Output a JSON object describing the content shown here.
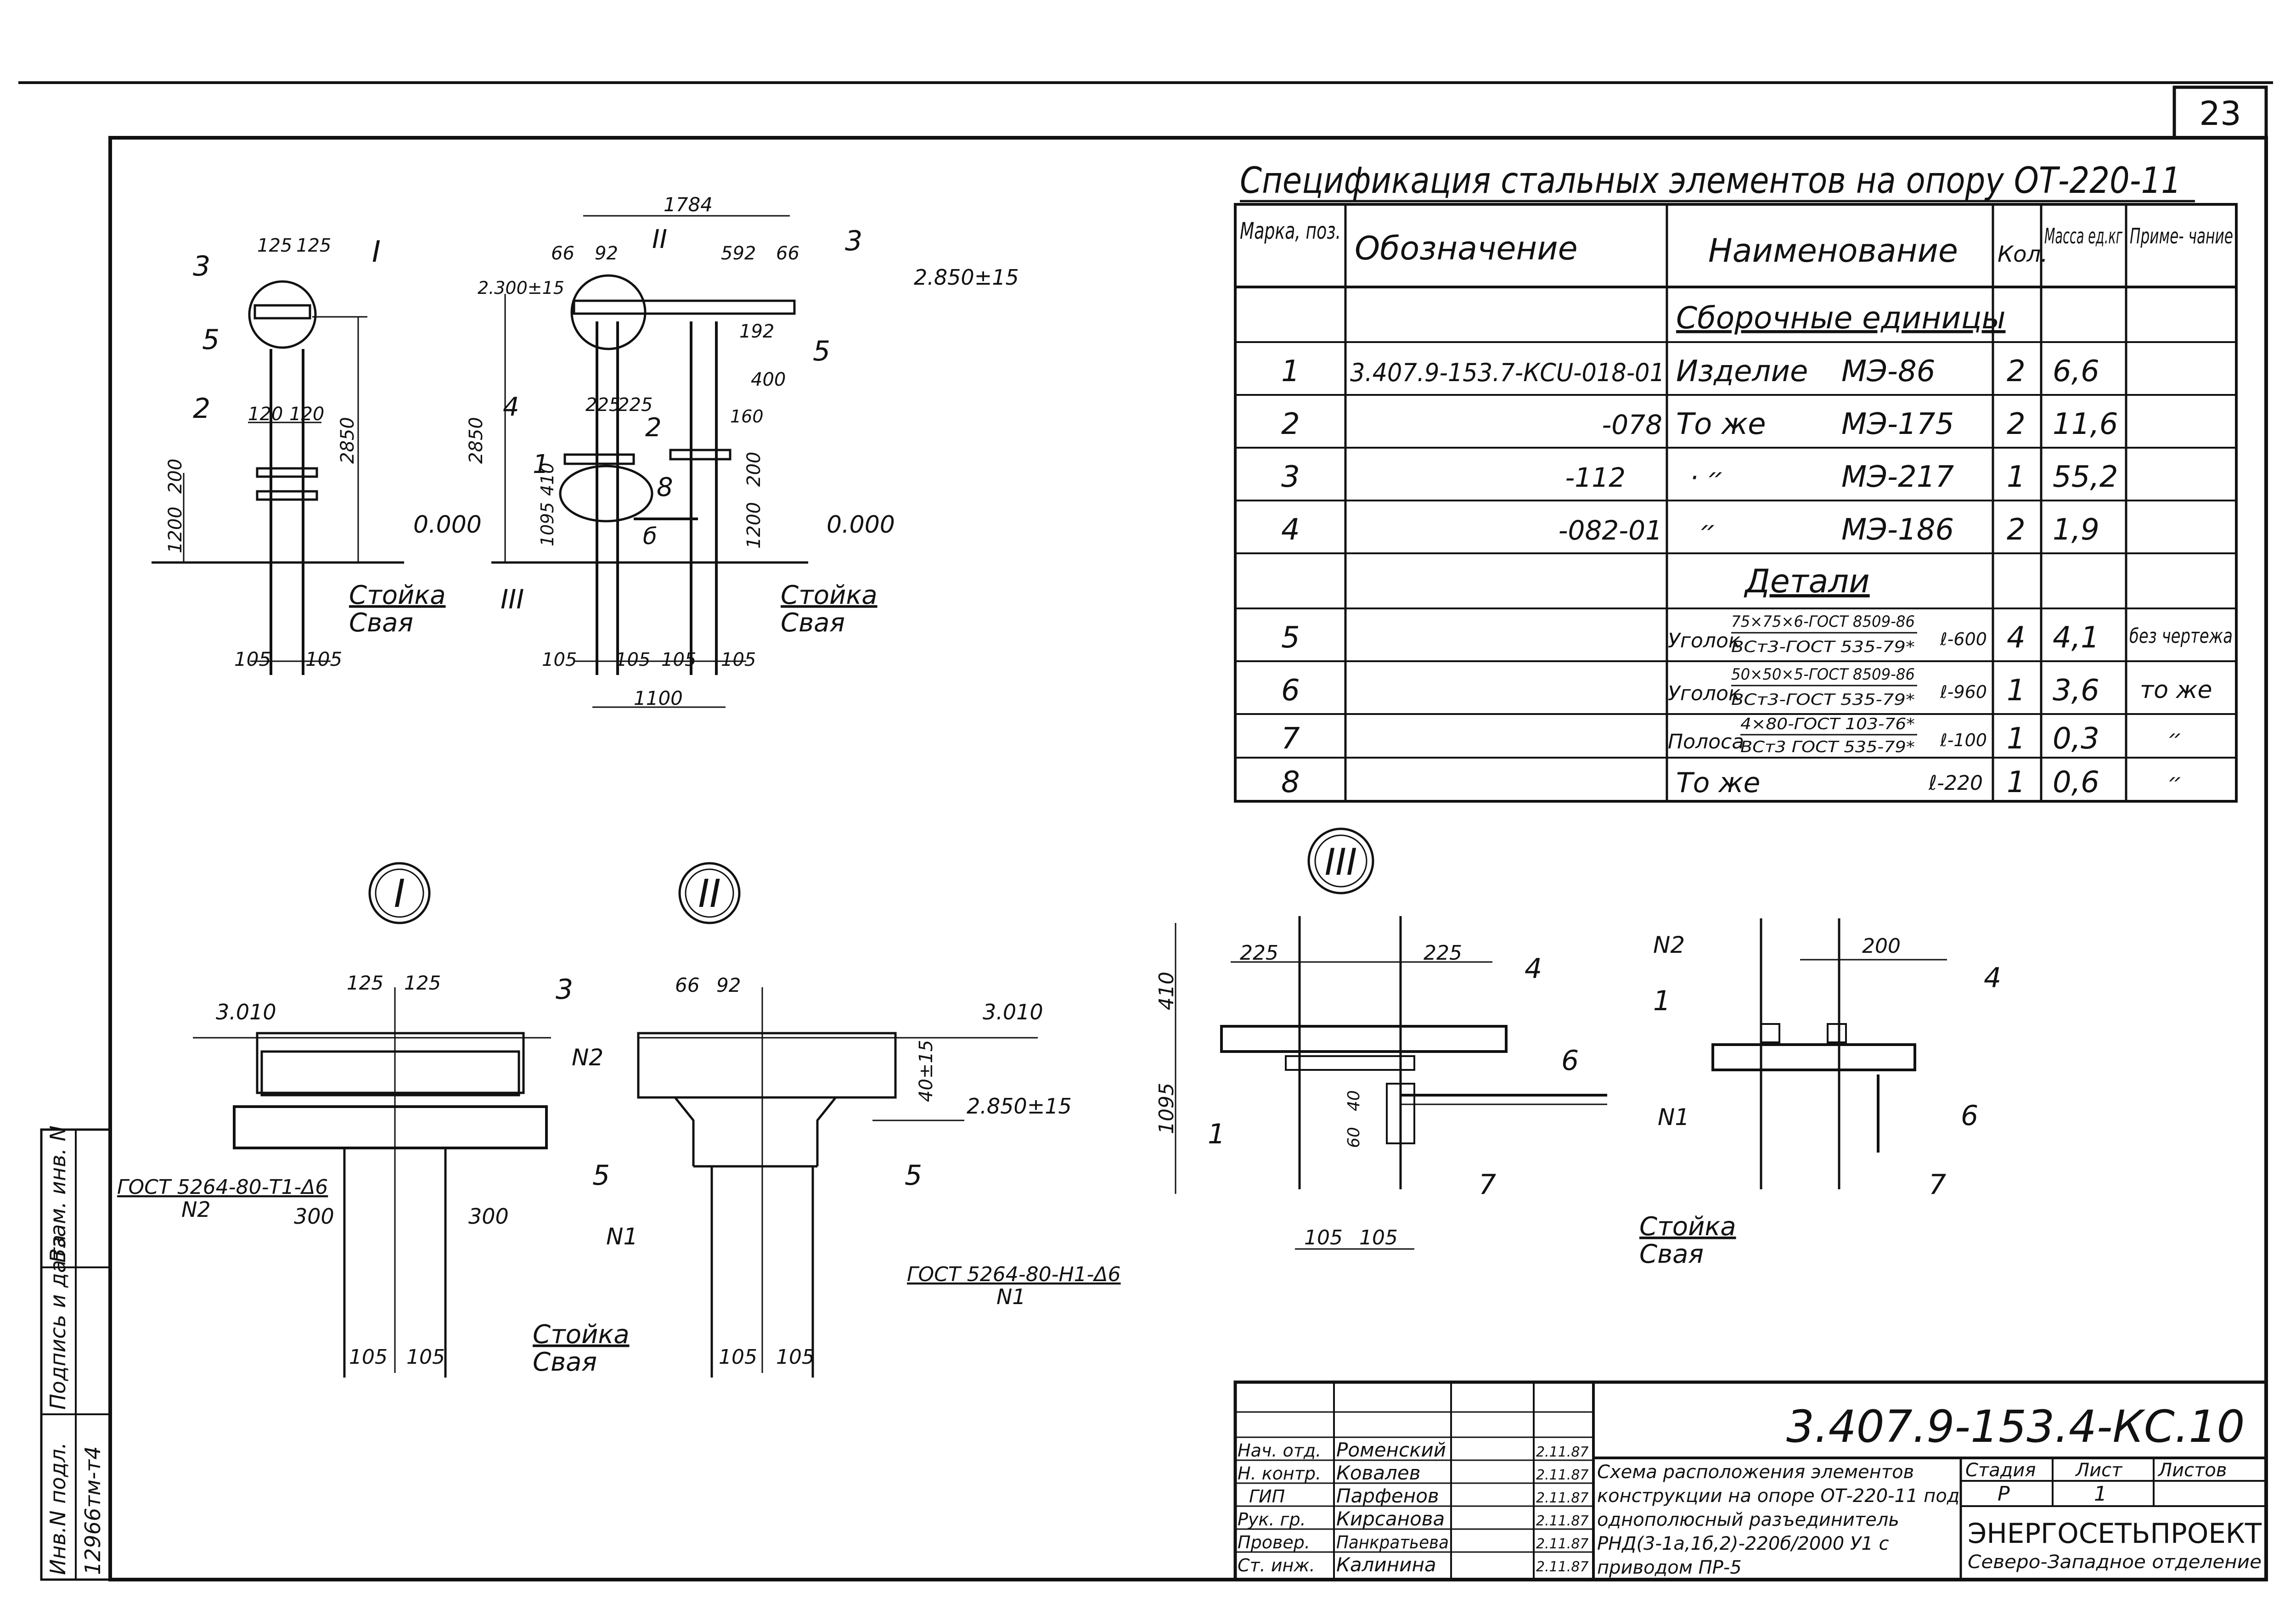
{
  "sheet_number": "23",
  "spec": {
    "title": "Спецификация стальных элементов на опору ОТ-220-11",
    "headers": {
      "mark": "Марка, поз.",
      "designation": "Обозначение",
      "name": "Наименование",
      "qty": "Кол.",
      "mass": "Масса ед.кг",
      "note": "Приме- чание"
    },
    "section_assemblies": "Сборочные единицы",
    "section_details": "Детали",
    "rows": [
      {
        "mark": "1",
        "designation": "3.407.9-153.7-КСU-018-01",
        "name": "Изделие",
        "code": "МЭ-86",
        "qty": "2",
        "mass": "6,6",
        "note": ""
      },
      {
        "mark": "2",
        "designation": "-078",
        "name": "То же",
        "code": "МЭ-175",
        "qty": "2",
        "mass": "11,6",
        "note": ""
      },
      {
        "mark": "3",
        "designation": "-112",
        "name": "· ״",
        "code": "МЭ-217",
        "qty": "1",
        "mass": "55,2",
        "note": ""
      },
      {
        "mark": "4",
        "designation": "-082-01",
        "name": "״",
        "code": "МЭ-186",
        "qty": "2",
        "mass": "1,9",
        "note": ""
      },
      {
        "mark": "5",
        "designation": "",
        "name": "Уголок",
        "top": "75×75×6-ГОСТ 8509-86",
        "bottom": "ВСт3-ГОСТ 535-79*",
        "len": "ℓ-600",
        "qty": "4",
        "mass": "4,1",
        "note": "без чертежа"
      },
      {
        "mark": "6",
        "designation": "",
        "name": "Уголок",
        "top": "50×50×5-ГОСТ 8509-86",
        "bottom": "ВСт3-ГОСТ 535-79*",
        "len": "ℓ-960",
        "qty": "1",
        "mass": "3,6",
        "note": "то же"
      },
      {
        "mark": "7",
        "designation": "",
        "name": "Полоса",
        "top": "4×80-ГОСТ 103-76*",
        "bottom": "ВСт3 ГОСТ 535-79*",
        "len": "ℓ-100",
        "qty": "1",
        "mass": "0,3",
        "note": "״"
      },
      {
        "mark": "8",
        "designation": "",
        "name": "То же",
        "code": "ℓ-220",
        "qty": "1",
        "mass": "0,6",
        "note": "״"
      }
    ]
  },
  "drawing_labels": {
    "stand": "Стойка",
    "pile": "Свая",
    "elev_0": "0.000",
    "elev_2850": "2.850±15",
    "elev_2300": "2.300±15",
    "elev_3010": "3.010",
    "node_1": "I",
    "node_2": "II",
    "node_3": "III",
    "gost_t1": "ГОСТ 5264-80-Т1-Δ6",
    "gost_h1": "ГОСТ 5264-80-Н1-Δ6",
    "n1": "N1",
    "n2": "N2"
  },
  "title_block": {
    "doc_code": "3.407.9-153.4-КС.10",
    "description": "Схема расположения элементов конструкции на опоре ОТ-220-11 под однополюсный разъединитель РНД(3-1а,1б,2)-220б/2000 У1 с приводом ПР-5",
    "stage_label": "Стадия",
    "sheet_label": "Лист",
    "sheets_label": "Листов",
    "stage": "Р",
    "sheet": "1",
    "org": "ЭНЕРГОСЕТЬПРОЕКТ",
    "org_sub": "Северо-Западное отделение",
    "staff": [
      {
        "role": "Нач. отд.",
        "name": "Роменский",
        "date": "2.11.87"
      },
      {
        "role": "Н. контр.",
        "name": "Ковалев",
        "date": "2.11.87"
      },
      {
        "role": "ГИП",
        "name": "Парфенов",
        "date": "2.11.87"
      },
      {
        "role": "Рук. гр.",
        "name": "Кирсанова",
        "date": "2.11.87"
      },
      {
        "role": "Провер.",
        "name": "Панкратьева",
        "date": "2.11.87"
      },
      {
        "role": "Ст. инж.",
        "name": "Калинина",
        "date": "2.11.87"
      }
    ]
  },
  "side_stamp": {
    "inv_podl": "Инв.N подл.",
    "signature_date": "Подпись и дата",
    "vzam": "Взам. инв. N",
    "inv_number": "12966тм-т4"
  }
}
